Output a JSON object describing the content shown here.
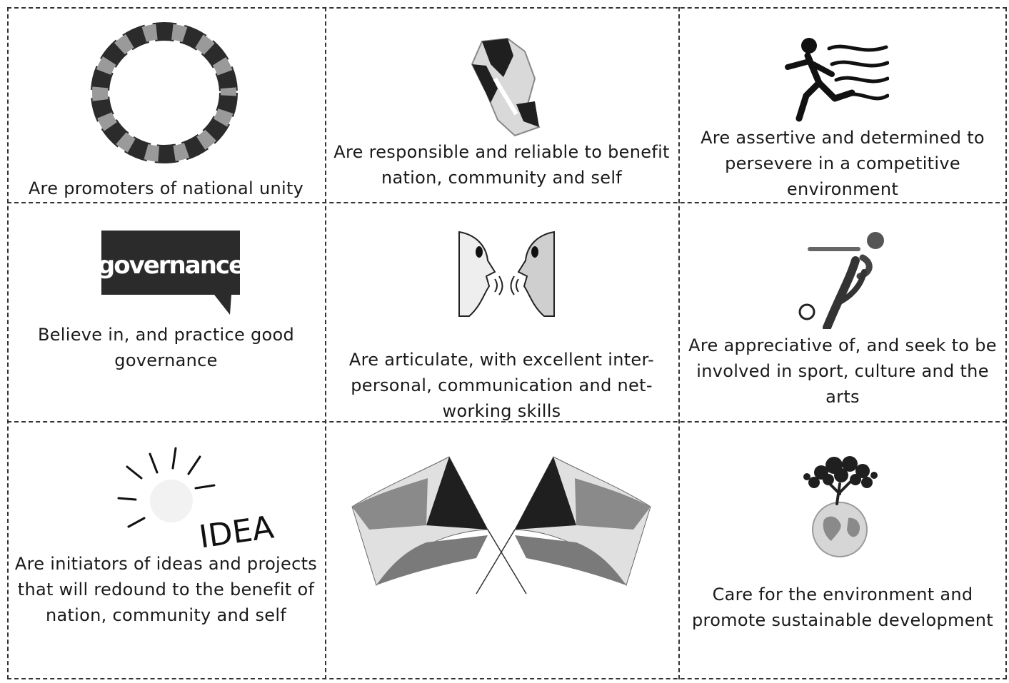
{
  "cards": [
    {
      "id": "unity",
      "text": "Are promoters of national unity",
      "icon": "ring-of-hands-icon"
    },
    {
      "id": "responsible",
      "text": "Are responsible and reliable to benefit nation, community and self",
      "icon": "national-map-icon"
    },
    {
      "id": "assertive",
      "text": "Are assertive and determined to persevere in a competitive environment",
      "icon": "running-figure-icon"
    },
    {
      "id": "governance",
      "text": "Believe in, and practice good governance",
      "icon": "governance-speech-bubble-icon",
      "badge": "governance"
    },
    {
      "id": "articulate",
      "text": "Are articulate, with excellent inter-personal, communication and net-working skills",
      "icon": "two-faces-talking-icon"
    },
    {
      "id": "sport",
      "text": "Are appreciative of, and seek to be involved in sport, culture and the arts",
      "icon": "football-player-icon"
    },
    {
      "id": "ideas",
      "text": "Are initiators of ideas and projects that will redound to the benefit of nation, community and self",
      "icon": "idea-lightbulb-icon",
      "badge": "IDEA"
    },
    {
      "id": "flags",
      "text": "",
      "icon": "crossed-flags-icon"
    },
    {
      "id": "environment",
      "text": "Care for the environment and promote sustainable development",
      "icon": "tree-on-globe-icon"
    }
  ],
  "colors": {
    "ink": "#1a1a1a",
    "dark": "#2b2b2b",
    "mid": "#777777",
    "light": "#bdbdbd",
    "border": "#333333"
  }
}
